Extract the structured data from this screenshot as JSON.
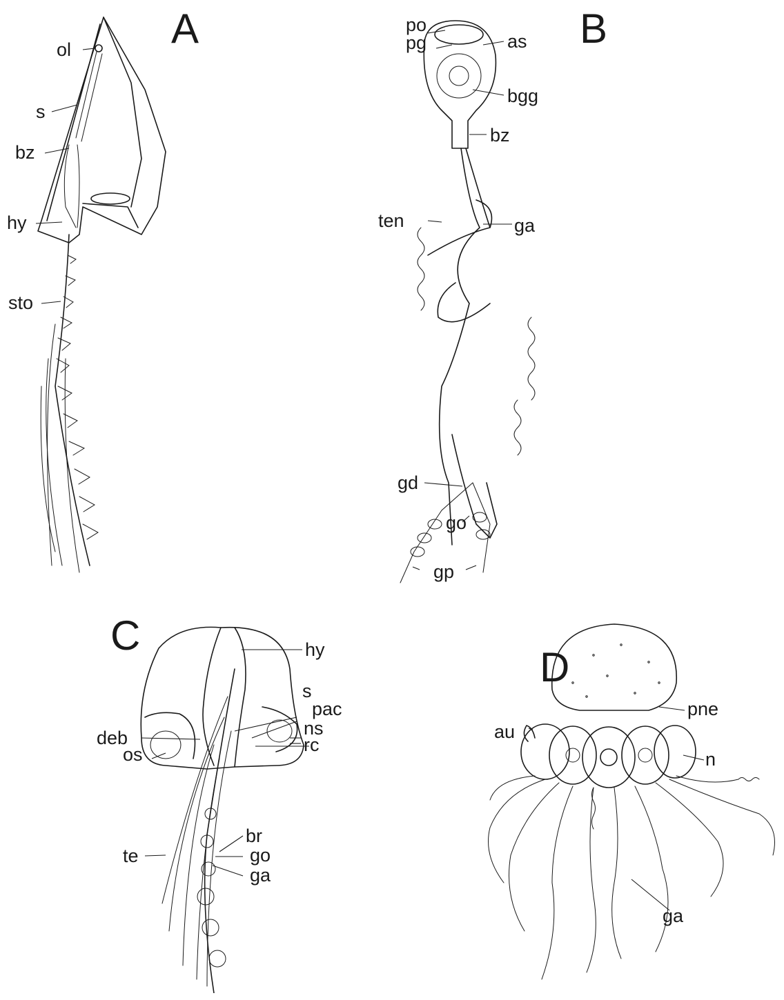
{
  "panels": {
    "A": {
      "letter": "A",
      "labels": {
        "ol": "ol",
        "s": "s",
        "bz": "bz",
        "hy": "hy",
        "sto": "sto"
      }
    },
    "B": {
      "letter": "B",
      "labels": {
        "po": "po",
        "pg": "pg",
        "as": "as",
        "bgg": "bgg",
        "bz": "bz",
        "ten": "ten",
        "ga": "ga",
        "gd": "gd",
        "go": "go",
        "gp": "gp"
      }
    },
    "C": {
      "letter": "C",
      "labels": {
        "hy": "hy",
        "s": "s",
        "pac": "pac",
        "ns": "ns",
        "deb": "deb",
        "rc": "rc",
        "os": "os",
        "br": "br",
        "te": "te",
        "go": "go",
        "ga": "ga"
      }
    },
    "D": {
      "letter": "D",
      "labels": {
        "pne": "pne",
        "au": "au",
        "n": "n",
        "ga": "ga"
      }
    }
  },
  "colors": {
    "ink": "#1a1a1a",
    "paper": "#ffffff"
  }
}
